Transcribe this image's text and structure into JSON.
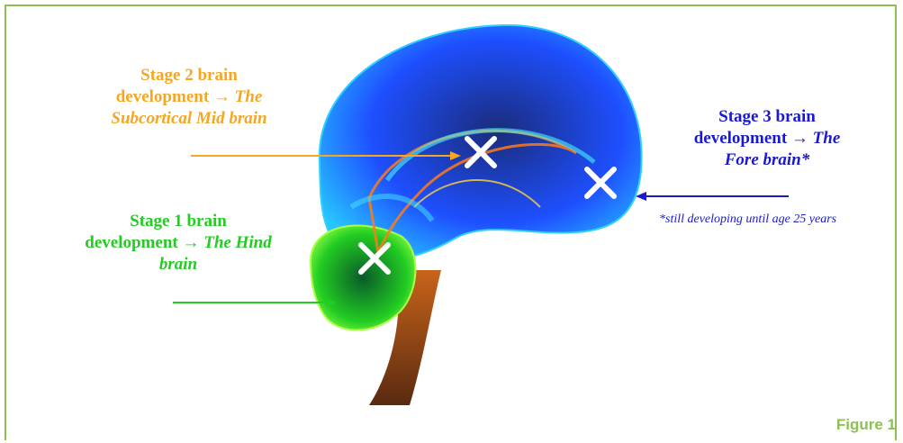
{
  "colors": {
    "frame": "#8cc152",
    "stage1": "#22cc22",
    "stage2": "#f5a623",
    "stage3": "#1a1acc",
    "brain_outer": "#1e4fff",
    "figure_label": "#8cc152"
  },
  "stage2": {
    "line1": "Stage 2 brain",
    "line2_prefix": "development",
    "arrow": "→",
    "line2_italic": "The",
    "line3": "Subcortical Mid brain"
  },
  "stage1": {
    "line1": "Stage 1 brain",
    "line2_prefix": "development",
    "arrow": "→",
    "line2_italic": "The Hind",
    "line3": "brain"
  },
  "stage3": {
    "line1": "Stage 3 brain",
    "line2_prefix": "development",
    "arrow": "→",
    "line2_italic": "The",
    "line3": "Fore brain*"
  },
  "note": "*still developing until age 25 years",
  "figure_label": "Figure 1"
}
